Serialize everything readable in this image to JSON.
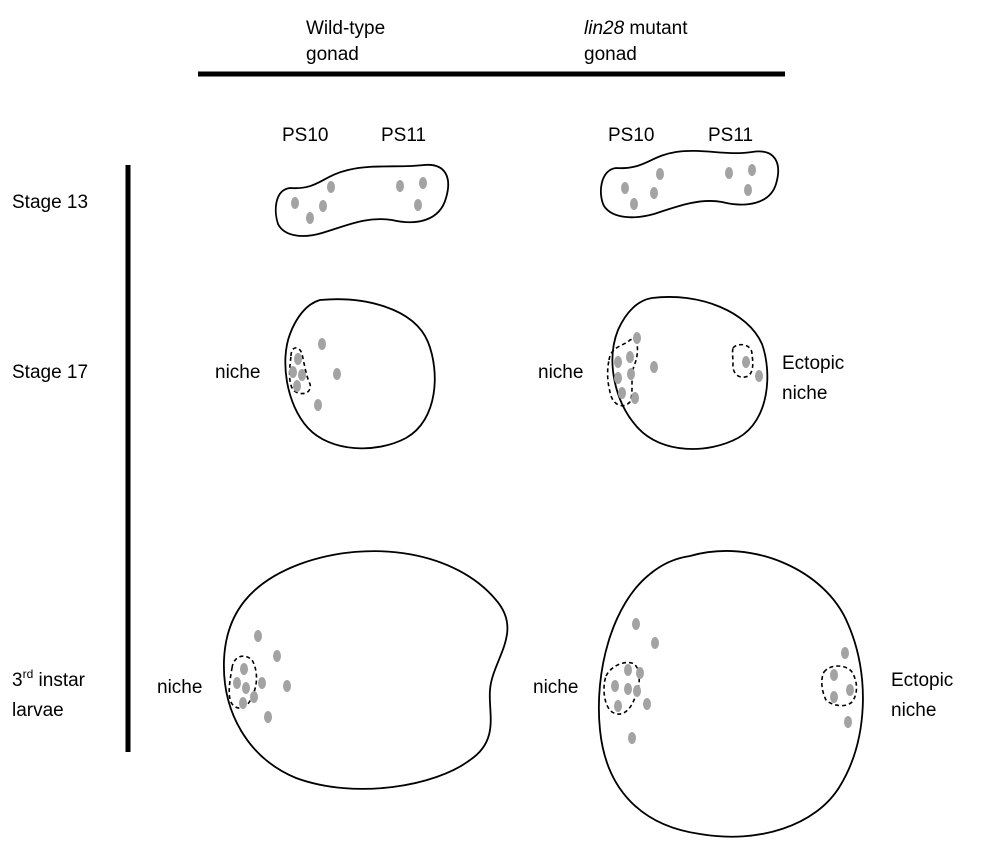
{
  "columns": {
    "wild_type": {
      "line1": "Wild-type",
      "line2": "gonad"
    },
    "mutant": {
      "gene": "lin28",
      "line1_rest": " mutant",
      "line2": "gonad"
    }
  },
  "parasegments": {
    "ps10": "PS10",
    "ps11": "PS11"
  },
  "stages": {
    "stage13": "Stage 13",
    "stage17": "Stage 17",
    "larvae_num": "3",
    "larvae_sup": "rd",
    "larvae_rest": " instar",
    "larvae_line2": "larvae"
  },
  "labels": {
    "niche": "niche",
    "ectopic_line1": "Ectopic",
    "ectopic_line2": "niche"
  },
  "colors": {
    "cell": "#a3a3a3",
    "line": "#000000"
  }
}
